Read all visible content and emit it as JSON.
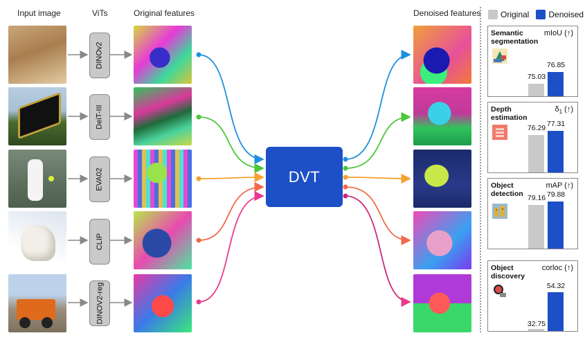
{
  "headers": {
    "input": "Input image",
    "vits": "ViTs",
    "original": "Original features",
    "denoised": "Denoised features"
  },
  "legend": {
    "original": "Original",
    "denoised": "Denoised",
    "colors": {
      "original": "#c9c9c9",
      "denoised": "#1d4fc6"
    }
  },
  "vits": [
    "DINOv2",
    "DeiT-III",
    "EVA02",
    "CLIP",
    "DINOV2-reg"
  ],
  "center": {
    "label": "DVT"
  },
  "panels": [
    {
      "task": "Semantic segmentation",
      "metric": "mIoU (↑)",
      "original": "75.03",
      "denoised": "76.85",
      "icon": "segmentation-icon"
    },
    {
      "task": "Depth estimation",
      "metric": "δ1 (↑)",
      "original": "76.29",
      "denoised": "77.31",
      "icon": "depth-icon"
    },
    {
      "task": "Object detection",
      "metric": "mAP (↑)",
      "original": "79.16",
      "denoised": "79.88",
      "icon": "detection-icon"
    },
    {
      "task": "Object discovery",
      "metric": "corloc (↑)",
      "original": "32.75",
      "denoised": "54.32",
      "icon": "discovery-icon"
    }
  ],
  "arrow_colors": [
    "#1e90e0",
    "#4cc63a",
    "#f5a030",
    "#f06a4a",
    "#e83a8c"
  ]
}
